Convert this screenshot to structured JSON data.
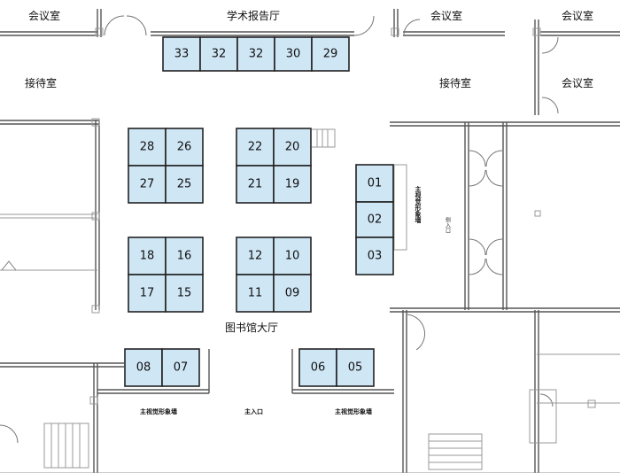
{
  "rooms": {
    "meeting_room_top_left": "会议室",
    "academic_hall": "学术报告厅",
    "meeting_room_top_mid": "会议室",
    "meeting_room_top_right": "会议室",
    "reception_left": "接待室",
    "reception_right": "接待室",
    "meeting_room_right": "会议室",
    "library_hall": "图书馆大厅"
  },
  "walls": {
    "main_visual_vertical": "主视觉形象墙",
    "main_visual_bottom_left": "主视觉形象墙",
    "main_visual_bottom_right": "主视觉形象墙",
    "main_entrance": "主入口",
    "side_entrance": "侧入口"
  },
  "booths": [
    {
      "id": "33"
    },
    {
      "id": "32"
    },
    {
      "id": "32"
    },
    {
      "id": "30"
    },
    {
      "id": "29"
    },
    {
      "id": "28"
    },
    {
      "id": "26"
    },
    {
      "id": "27"
    },
    {
      "id": "25"
    },
    {
      "id": "22"
    },
    {
      "id": "20"
    },
    {
      "id": "21"
    },
    {
      "id": "19"
    },
    {
      "id": "01"
    },
    {
      "id": "02"
    },
    {
      "id": "03"
    },
    {
      "id": "18"
    },
    {
      "id": "16"
    },
    {
      "id": "17"
    },
    {
      "id": "15"
    },
    {
      "id": "12"
    },
    {
      "id": "10"
    },
    {
      "id": "11"
    },
    {
      "id": "09"
    },
    {
      "id": "08"
    },
    {
      "id": "07"
    },
    {
      "id": "06"
    },
    {
      "id": "05"
    }
  ],
  "colors": {
    "booth_fill": "#cfe6f5",
    "booth_stroke": "#222222"
  }
}
